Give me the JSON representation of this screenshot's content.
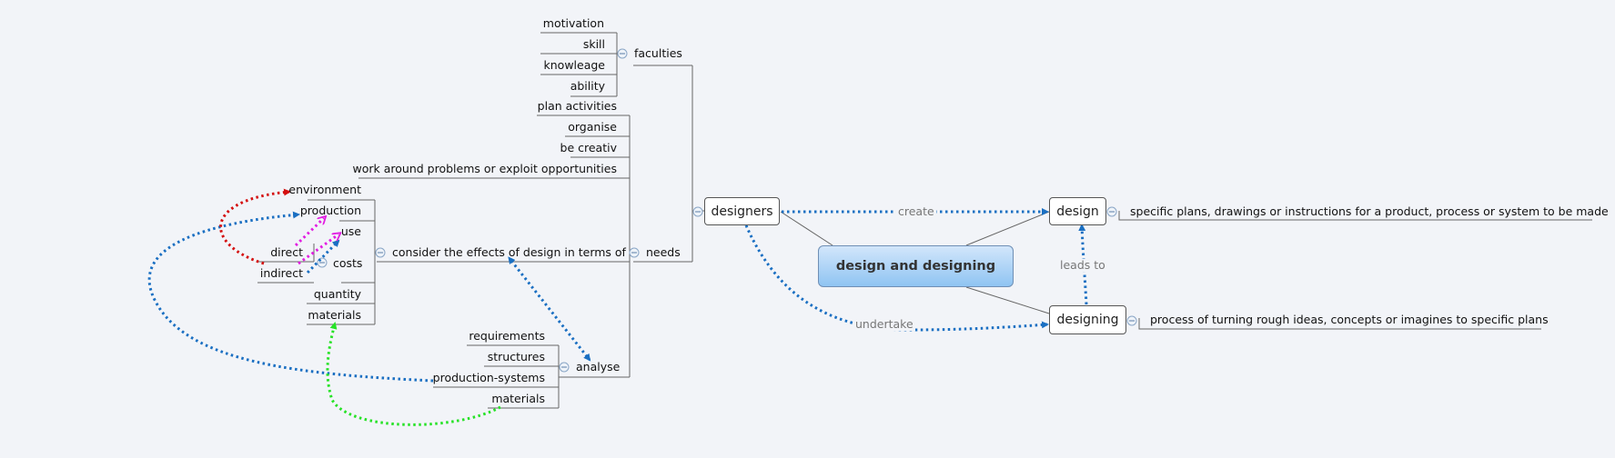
{
  "central_topic": "design and designing",
  "nodes": {
    "designers": "designers",
    "design": "design",
    "designing": "designing",
    "design_def": "specific plans, drawings or instructions for a product, process or system to be made",
    "designing_def": "process of turning rough ideas, concepts or imagines to specific plans",
    "faculties": "faculties",
    "motivation": "motivation",
    "skill": "skill",
    "knowleage": "knowleage",
    "ability": "ability",
    "needs": "needs",
    "plan_activities": "plan activities",
    "organise": "organise",
    "be_creativ": "be creativ",
    "work_around": "work around problems or exploit opportunities",
    "consider": "consider the effects of design in terms of",
    "environment": "environment",
    "production": "production",
    "use": "use",
    "costs": "costs",
    "direct": "direct",
    "indirect": "indirect",
    "quantity": "quantity",
    "materials": "materials",
    "analyse": "analyse",
    "requirements": "requirements",
    "structures": "structures",
    "production_systems": "production-systems",
    "analyse_materials": "materials"
  },
  "relationships": {
    "create": "create",
    "undertake": "undertake",
    "leads_to": "leads to"
  },
  "colors": {
    "blue": "#1a6fc2",
    "red": "#d40f0f",
    "magenta": "#e21ee2",
    "green": "#27e227",
    "center_fill": "#a7d1f7"
  }
}
